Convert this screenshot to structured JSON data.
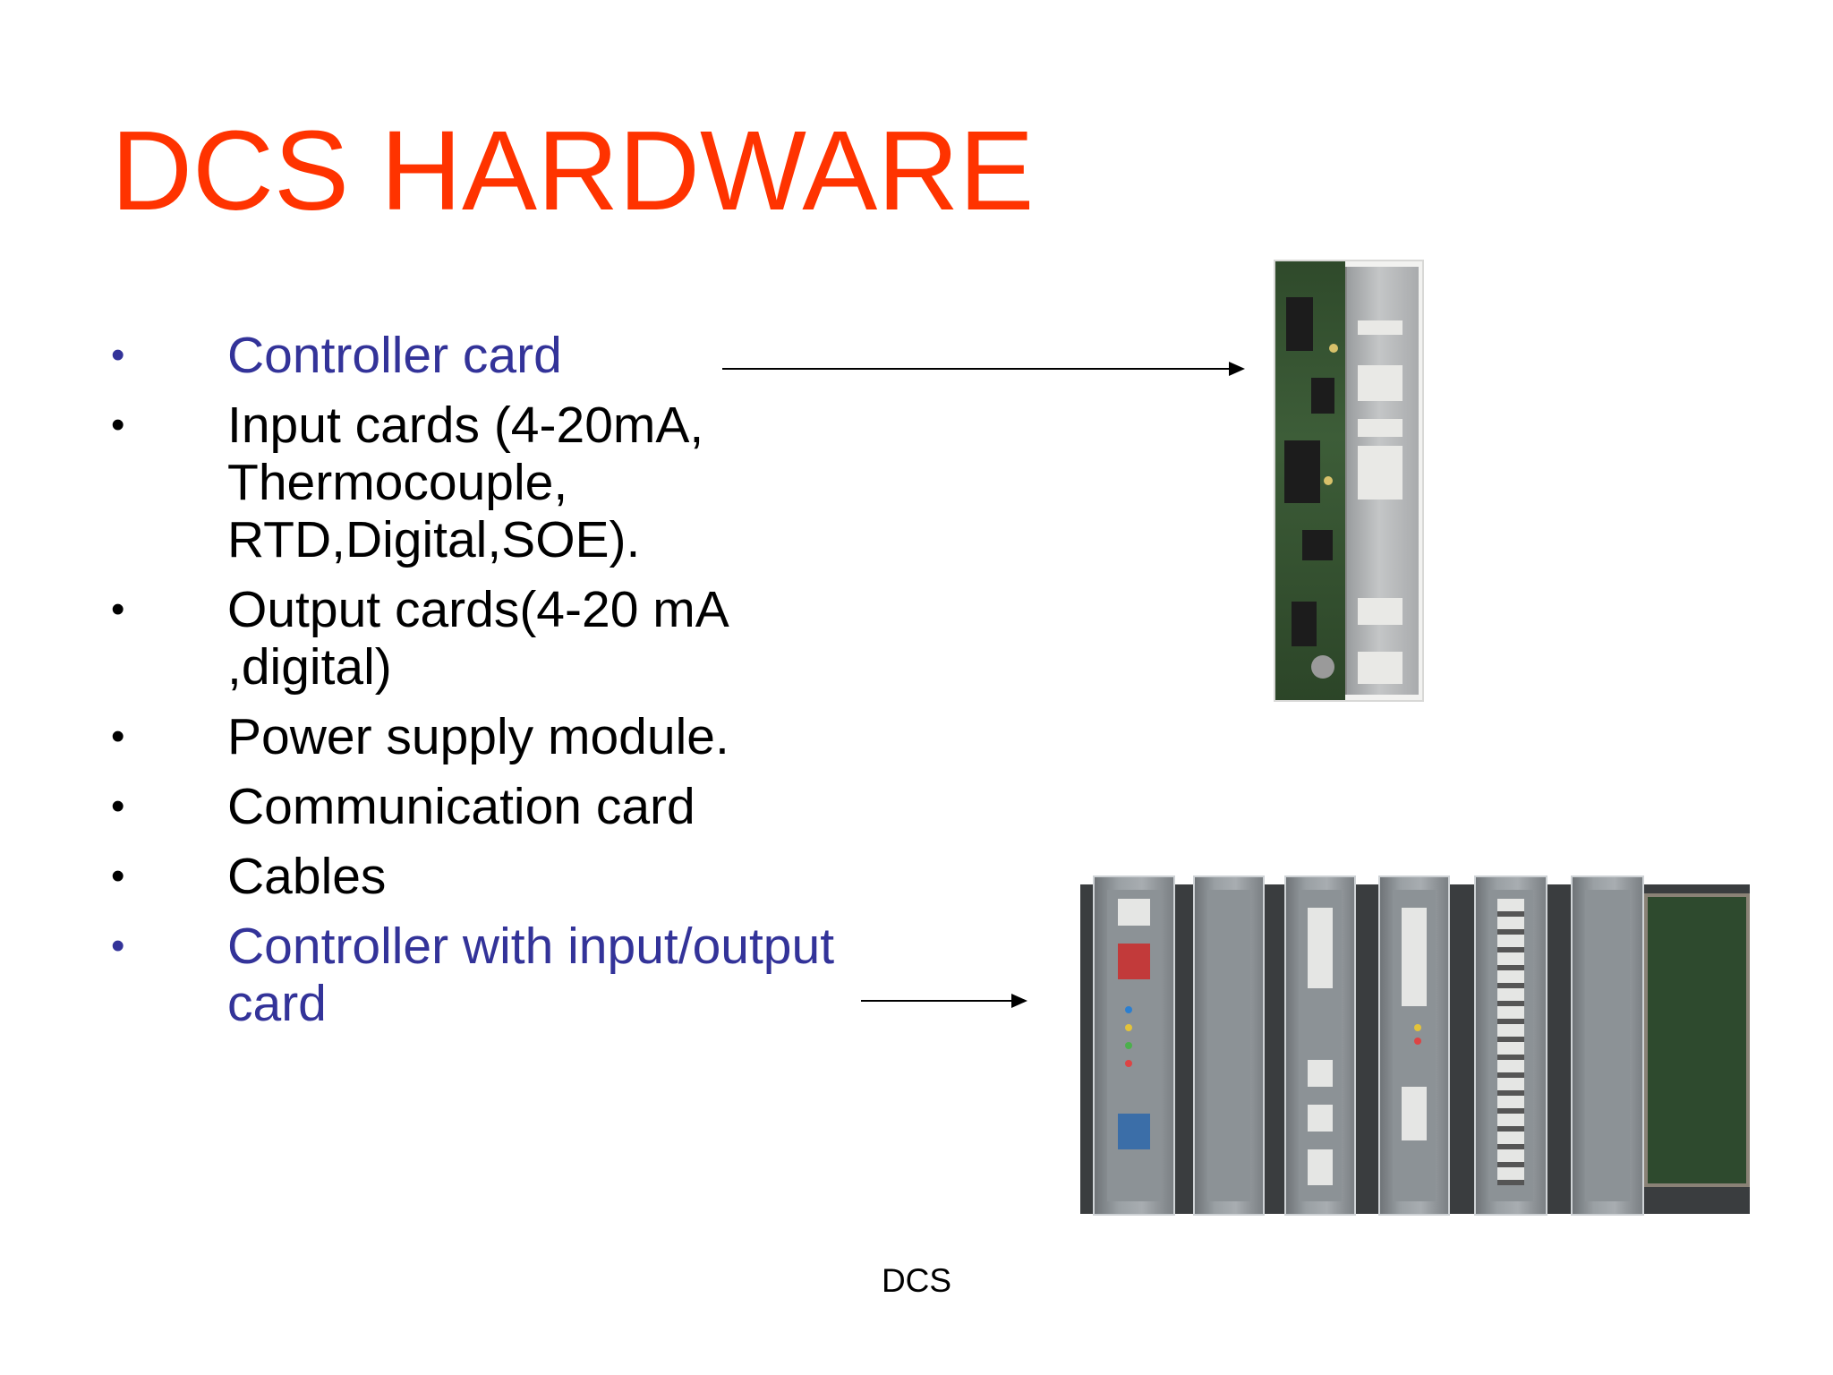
{
  "slide": {
    "title": "DCS HARDWARE",
    "footer": "DCS",
    "bullet_symbol": "•",
    "bullets": [
      {
        "text": "Controller card",
        "highlight": true
      },
      {
        "text": "Input cards (4-20mA, Thermocouple, RTD,Digital,SOE).",
        "highlight": false
      },
      {
        "text": "Output cards(4-20 mA ,digital)",
        "highlight": false
      },
      {
        "text": "Power supply module.",
        "highlight": false
      },
      {
        "text": "Communication card",
        "highlight": false
      },
      {
        "text": "Cables",
        "highlight": false
      },
      {
        "text": "Controller with input/output card",
        "highlight": true
      }
    ]
  },
  "colors": {
    "title": "#ff3300",
    "highlight_text": "#333399",
    "body_text": "#000000"
  }
}
